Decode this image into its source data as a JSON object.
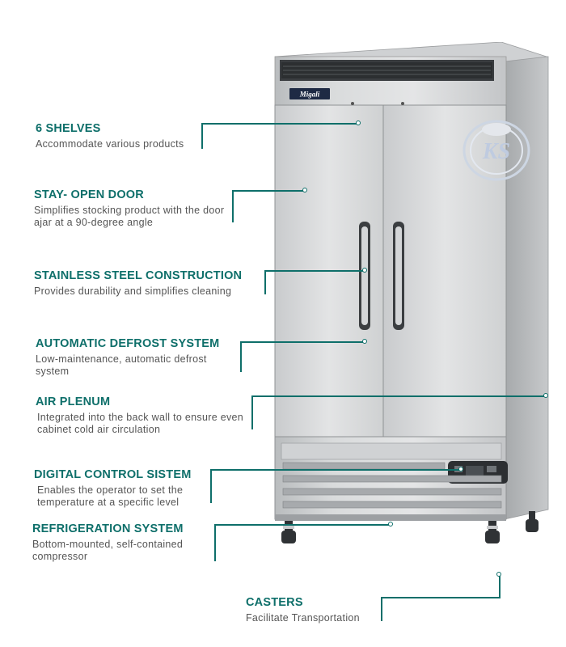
{
  "brand": {
    "name": "Migali"
  },
  "watermark": {
    "text": "KS"
  },
  "callouts": [
    {
      "title": "6 SHELVES",
      "desc": "Accommodate various products"
    },
    {
      "title": "STAY- OPEN DOOR",
      "desc": "Simplifies stocking product with the door ajar at a 90-degree angle"
    },
    {
      "title": "STAINLESS STEEL CONSTRUCTION",
      "desc": "Provides  durability and simplifies cleaning"
    },
    {
      "title": "AUTOMATIC DEFROST SYSTEM",
      "desc": "Low-maintenance, automatic defrost system"
    },
    {
      "title": "AIR PLENUM",
      "desc": "Integrated into the back wall to ensure even cabinet cold air circulation"
    },
    {
      "title": "DIGITAL CONTROL SISTEM",
      "desc": "Enables the operator to set the temperature at a specific level"
    },
    {
      "title": "REFRIGERATION SYSTEM",
      "desc": "Bottom-mounted, self-contained compressor"
    },
    {
      "title": "CASTERS",
      "desc": "Facilitate Transportation"
    }
  ]
}
